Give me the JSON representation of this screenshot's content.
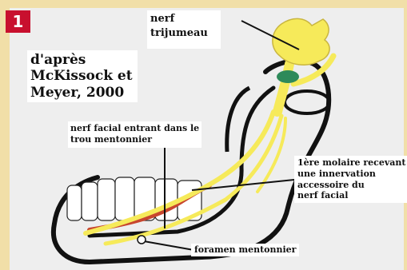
{
  "figure": {
    "number": "1",
    "credit_lines": [
      "d'après",
      "McKissock et",
      "Meyer, 2000"
    ]
  },
  "labels": {
    "trigeminal": [
      "nerf",
      "trijumeau"
    ],
    "facial_entering": [
      "nerf facial entrant dans le",
      "trou mentonnier"
    ],
    "first_molar": [
      "1ère molaire recevant",
      "une innervation",
      "accessoire du",
      "nerf facial"
    ],
    "foramen": "foramen mentonnier"
  },
  "colors": {
    "nerve": "#f6ea5a",
    "nerve_edge": "#c9b640",
    "ganglion": "#2e8a5a",
    "artery": "#c8462e",
    "bone_outline": "#111111",
    "badge": "#c8102e",
    "frame": "#f1dfa8"
  }
}
